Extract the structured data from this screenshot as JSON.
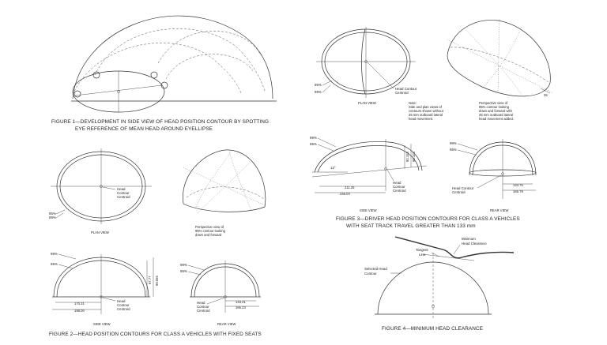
{
  "figures": {
    "fig1": {
      "caption_line1": "FIGURE 1—DEVELOPMENT IN SIDE VIEW OF HEAD POSITION CONTOUR BY SPOTTING",
      "caption_line2": "EYE REFERENCE OF MEAN HEAD AROUND EYELLIPSE"
    },
    "fig2": {
      "caption": "FIGURE 2—HEAD POSITION CONTOURS FOR CLASS A VEHICLES WITH FIXED SEATS",
      "plan_view_label": "PLAN VIEW",
      "side_view_label": "SIDE VIEW",
      "rear_view_label": "REAR VIEW",
      "pct95": "95%",
      "pct99": "99%",
      "centroid_l1": "Head",
      "centroid_l2": "Contour",
      "centroid_l3": "Centroid",
      "persp_l1": "Perspective view of",
      "persp_l2": "95% contour looking",
      "persp_l3": "down and forward",
      "dim_side_1": "170.31",
      "dim_side_2": "198.00",
      "dim_side_v1": "97.77",
      "dim_side_v2": "99.555",
      "dim_rear_1": "143.41",
      "dim_rear_2": "165.23"
    },
    "fig3": {
      "caption_line1": "FIGURE 3—DRIVER HEAD POSITION CONTOURS FOR CLASS A VEHICLES",
      "caption_line2": "WITH SEAT TRACK TRAVEL GREATER THAN 133 mm",
      "plan_view_label": "PLAN VIEW",
      "side_view_label": "SIDE VIEW",
      "rear_view_label": "REAR VIEW",
      "pct95": "95%",
      "pct99": "99%",
      "centroid_l1": "Head Contour",
      "centroid_l2": "Centroid",
      "centroid_side_l1": "Head",
      "centroid_side_l2": "Contour",
      "centroid_side_l3": "Centroid",
      "centroid_rear_l1": "Head Contour",
      "centroid_rear_l2": "Centroid",
      "note_l1": "Note:",
      "note_l2": "Side and plan views of",
      "note_l3": "contours shown without",
      "note_l4": "25 mm outboard lateral",
      "note_l5": "head movement.",
      "persp_l1": "Perspective view of",
      "persp_l2": "95% contour looking",
      "persp_l3": "down and forward with",
      "persp_l4": "25 mm outboard lateral",
      "persp_l5": "head movement added.",
      "angle": "12°",
      "dim_side_1": "211.25",
      "dim_side_2": "246.04",
      "dim_side_v1": "90.153",
      "dim_side_v2": "95.103",
      "dim_rear_1": "143.75",
      "dim_rear_2": "165.79",
      "dim_persp": "25"
    },
    "fig4": {
      "caption": "FIGURE 4—MINIMUM HEAD CLEARANCE",
      "min_l1": "Minimum",
      "min_l2": "Head Clearance",
      "tangent_l1": "Tangent",
      "tangent_l2": "Line",
      "sel_l1": "Selected Head",
      "sel_l2": "Contour"
    }
  }
}
